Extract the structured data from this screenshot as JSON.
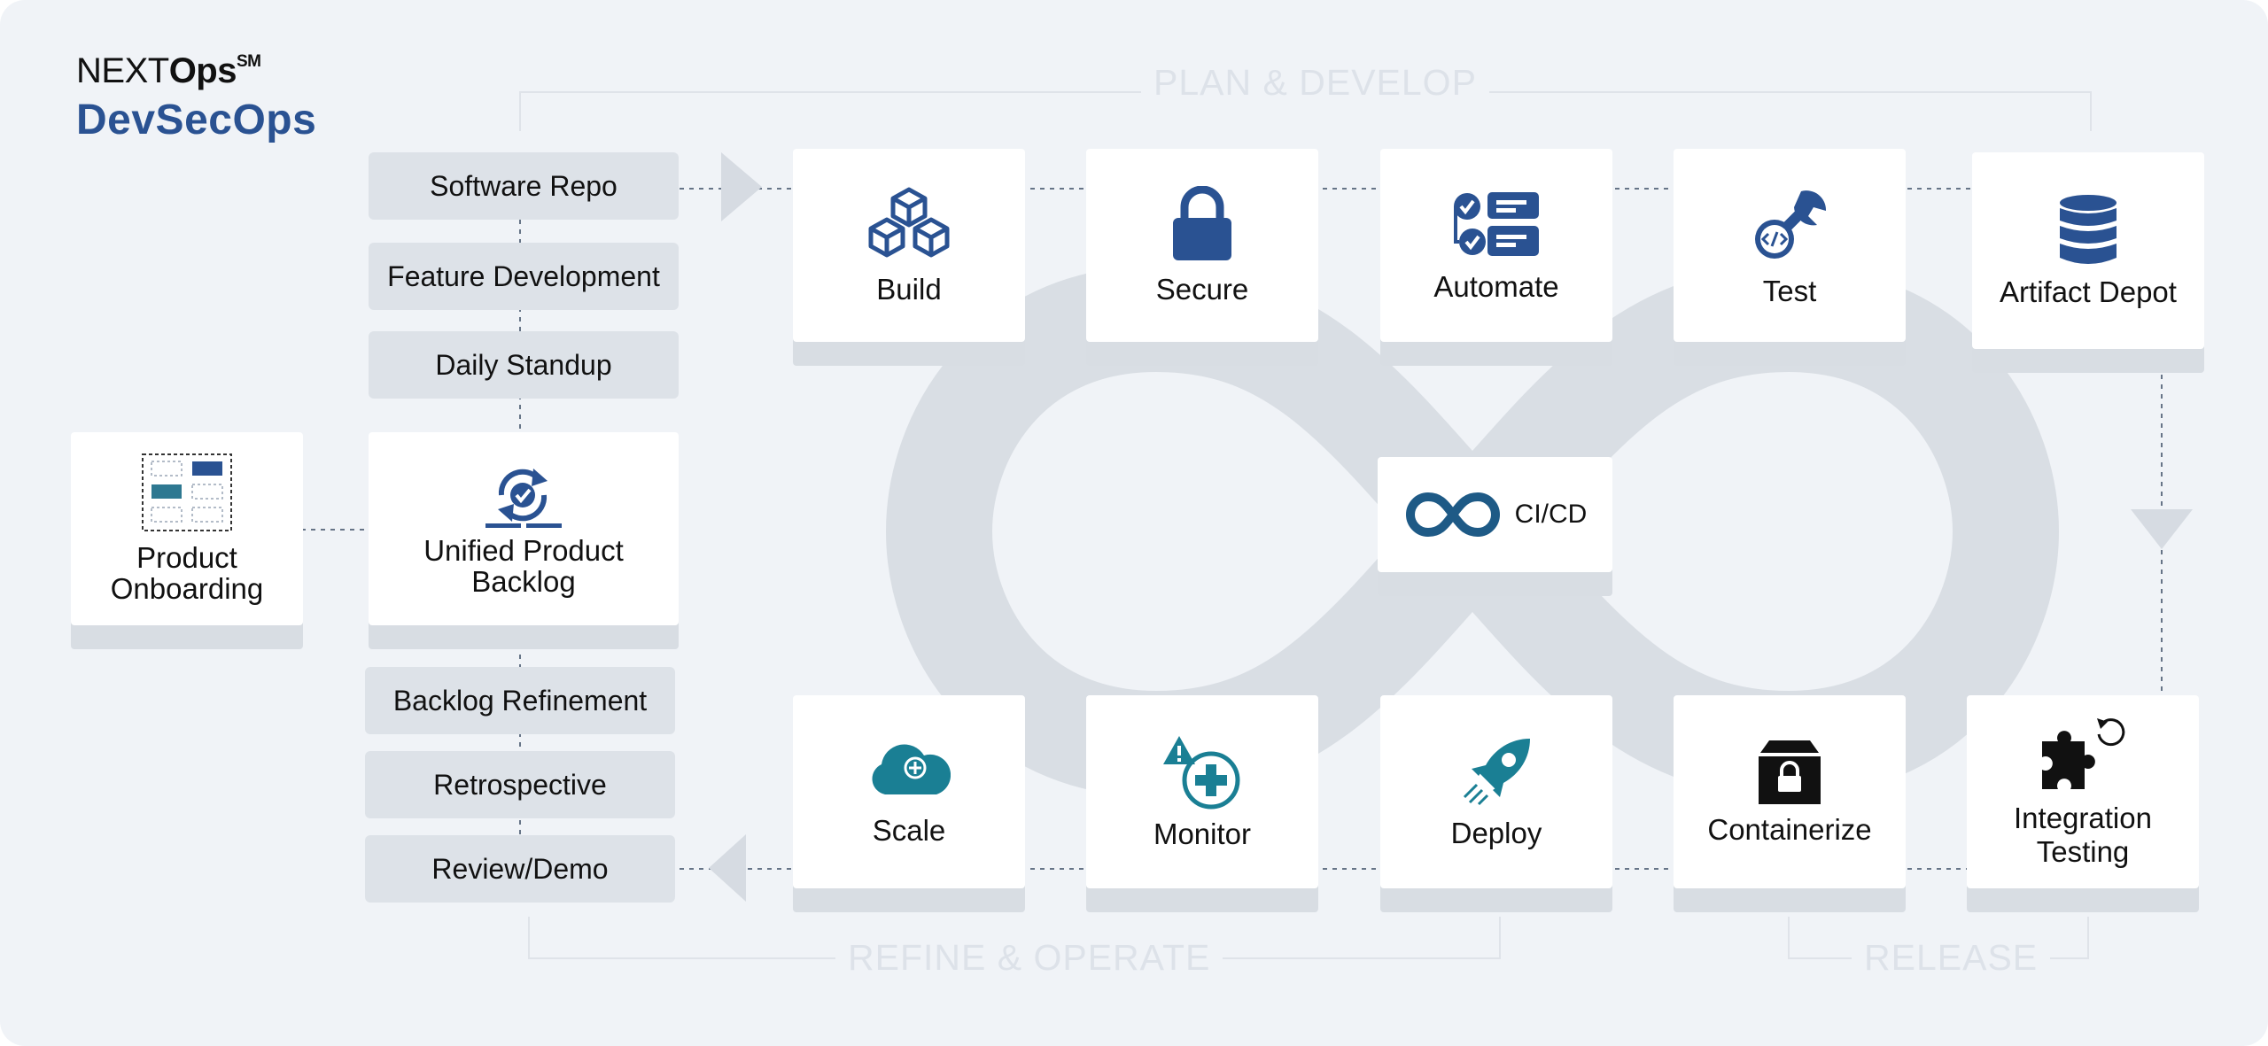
{
  "logo": {
    "prefix": "NEXT",
    "bold": "Ops",
    "mark": "SM",
    "title": "DevSecOps"
  },
  "sections": {
    "plan": "PLAN & DEVELOP",
    "refine": "REFINE & OPERATE",
    "release": "RELEASE"
  },
  "activities": {
    "top": [
      "Software Repo",
      "Feature Development",
      "Daily Standup"
    ],
    "bottom": [
      "Backlog Refinement",
      "Retrospective",
      "Review/Demo"
    ]
  },
  "onboarding": {
    "line1": "Product",
    "line2": "Onboarding"
  },
  "backlog": {
    "line1": "Unified Product",
    "line2": "Backlog"
  },
  "top_stages": [
    {
      "label": "Build",
      "icon": "cubes-icon"
    },
    {
      "label": "Secure",
      "icon": "padlock-icon"
    },
    {
      "label": "Automate",
      "icon": "checklist-icon"
    },
    {
      "label": "Test",
      "icon": "wrench-code-icon"
    },
    {
      "label": "Artifact Depot",
      "icon": "database-icon"
    }
  ],
  "bottom_stages": [
    {
      "label": "Scale",
      "icon": "cloud-plus-icon"
    },
    {
      "label": "Monitor",
      "icon": "health-alert-icon"
    },
    {
      "label": "Deploy",
      "icon": "rocket-icon"
    },
    {
      "label": "Containerize",
      "icon": "locked-box-icon"
    },
    {
      "label": "Integration Testing",
      "icon": "puzzle-refresh-icon"
    }
  ],
  "cicd": {
    "label": "CI/CD",
    "icon": "infinity-icon"
  },
  "colors": {
    "background": "#f0f3f7",
    "brand_blue": "#2a5292",
    "teal": "#1a7f94",
    "pill": "#dde2e8",
    "watermark": "#d9dee4"
  }
}
